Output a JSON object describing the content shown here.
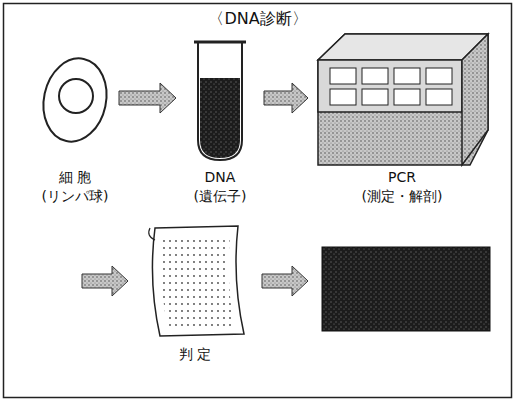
{
  "diagram": {
    "title": "〈DNA診断〉",
    "nodes": [
      {
        "text": [
          "細 胞",
          "(リンパ球)"
        ]
      },
      {
        "text": [
          "DNA",
          "(遺伝子)"
        ]
      },
      {
        "text": [
          "PCR",
          "(測定・解剖)"
        ]
      },
      {
        "text": [
          "判 定"
        ]
      }
    ],
    "edges": [
      {
        "from": 0,
        "to": 1,
        "arrow": "to"
      },
      {
        "from": 1,
        "to": 2,
        "arrow": "to"
      }
    ]
  }
}
